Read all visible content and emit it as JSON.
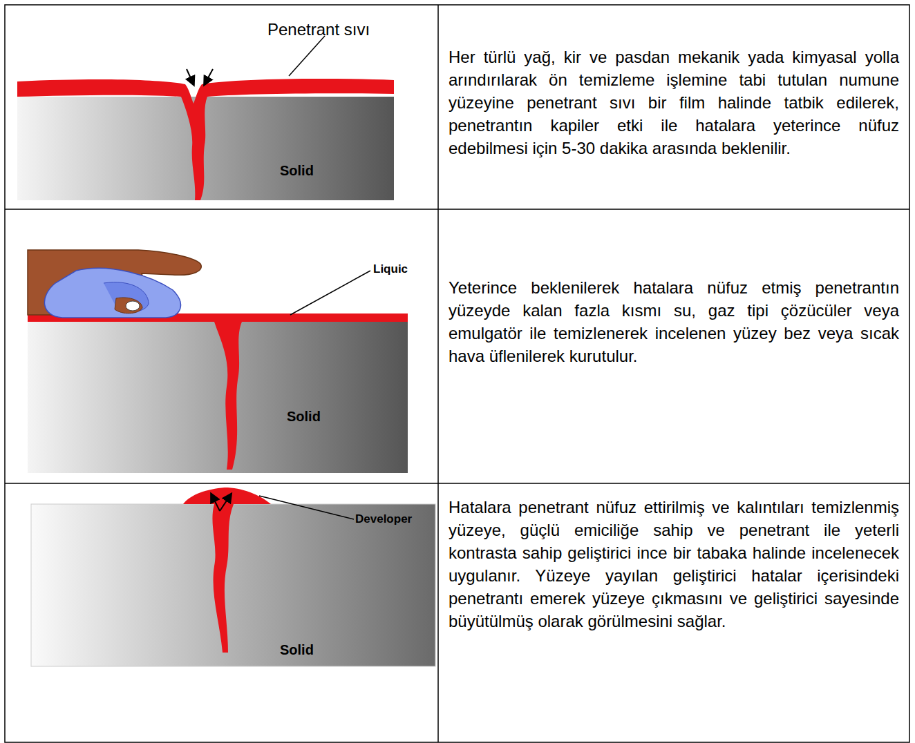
{
  "diagram": {
    "labels": [
      "Penetrant sıvı",
      "Solid",
      "Her türlü yağ, kir ve pasdan mekanik yada kimyasal yolla arındırılarak ön temizleme işlemine tabi tutulan numune yüzeyine penetrant sıvı bir film halinde tatbik edilerek, penetrantın kapiler etki ile hatalara yeterince nüfuz edebilmesi için 5-30 dakika arasında beklenilir.",
      "Liquic",
      "Solid",
      "Yeterince beklenilerek hatalara nüfuz etmiş penetrantın yüzeyde kalan fazla kısmı su, gaz tipi çözücüler veya emulgatör ile temizlenerek incelenen yüzey bez veya sıcak hava üflenilerek kurutulur.",
      "Developer",
      "Solid",
      "Hatalara penetrant nüfuz ettirilmiş ve kalıntıları temizlenmiş yüzeye, güçlü emiciliğe sahip ve penetrant ile yeterli kontrasta sahip geliştirici ince bir tabaka halinde incelenecek uygulanır. Yüzeye yayılan geliştirici hatalar içerisindeki penetrantı emerek yüzeye çıkmasını ve geliştirici sayesinde büyütülmüş olarak görülmesini sağlar."
    ]
  }
}
